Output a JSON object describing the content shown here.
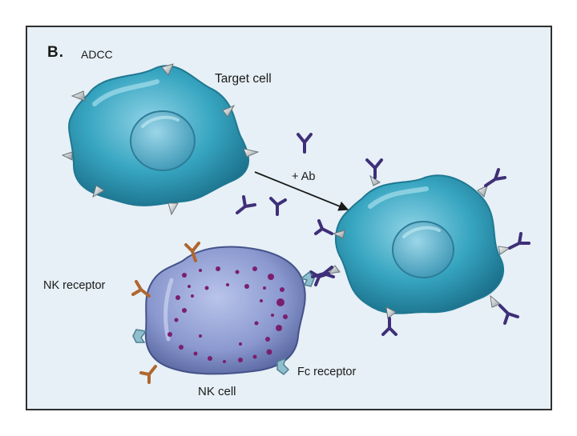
{
  "panel": {
    "letter": "B.",
    "title": "ADCC"
  },
  "labels": {
    "target_cell": "Target cell",
    "antibody": "+ Ab",
    "nk_receptor": "NK receptor",
    "fc_receptor": "Fc receptor",
    "nk_cell": "NK cell"
  },
  "colors": {
    "background": "#e6f0f6",
    "frame": "#2f2f2f",
    "target_cell": "#37a5c0",
    "target_nucleus": "#5fb7d2",
    "antigen_spike": "#c8cdd0",
    "antibody": "#3f2f78",
    "nk_cell": "#7f8fc6",
    "nk_granule": "#7a1f6e",
    "nk_receptor": "#b06630",
    "fc_receptor": "#8fbfcf"
  }
}
